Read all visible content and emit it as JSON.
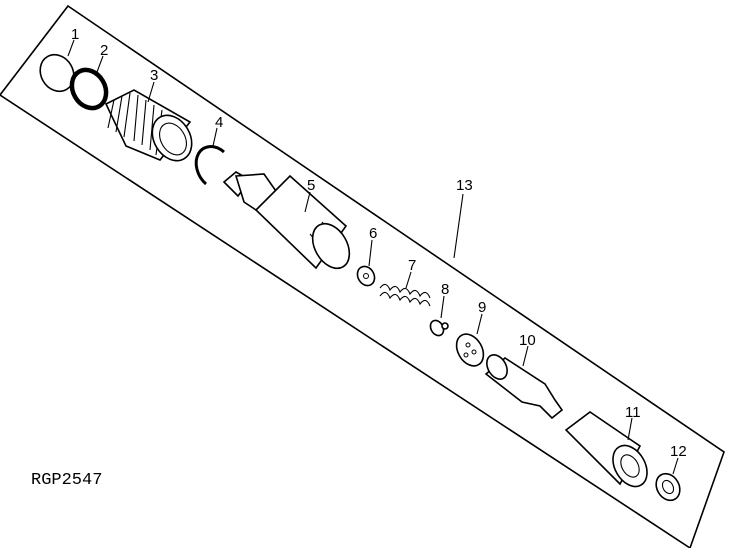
{
  "figure_code": "RGP2547",
  "callouts": {
    "c1": "1",
    "c2": "2",
    "c3": "3",
    "c4": "4",
    "c5": "5",
    "c6": "6",
    "c7": "7",
    "c8": "8",
    "c9": "9",
    "c10": "10",
    "c11": "11",
    "c12": "12",
    "c13": "13"
  }
}
